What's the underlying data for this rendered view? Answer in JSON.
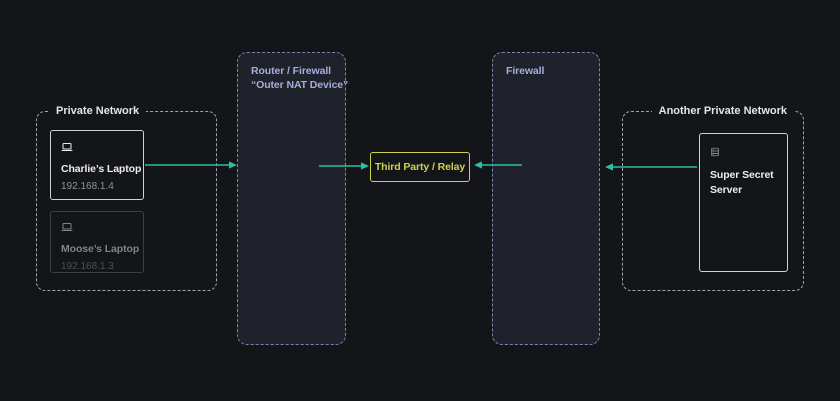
{
  "colors": {
    "background": "#141519",
    "arrow": "#2bc0a3",
    "relay_accent": "#ccd14f",
    "purple_box_fill": "#1f212b",
    "purple_box_border": "#7d84ab",
    "purple_box_text": "#a6aedd",
    "group_border": "#a3a5aa",
    "group_label_text": "#e4e5e7",
    "card_border": "#cfd1d4",
    "card_title": "#eceded",
    "card_subtext": "#8f9298",
    "muted_card_border": "#3c3f46",
    "muted_card_title": "#7f8289",
    "muted_card_subtext": "#4c4f56"
  },
  "groups": {
    "private_network": {
      "label": "Private Network"
    },
    "another_private_network": {
      "label": "Another Private Network"
    }
  },
  "nodes": {
    "charlie_laptop": {
      "icon": "laptop-icon",
      "name": "Charlie’s Laptop",
      "ip": "192.168.1.4"
    },
    "moose_laptop": {
      "icon": "laptop-icon",
      "name": "Moose’s Laptop",
      "ip": "192.168.1.3"
    },
    "outer_nat": {
      "line1": "Router / Firewall",
      "line2": "“Outer NAT Device”"
    },
    "relay": {
      "label": "Third Party / Relay"
    },
    "firewall": {
      "label": "Firewall"
    },
    "server": {
      "icon": "server-icon",
      "name": "Super Secret Server"
    }
  },
  "connections": [
    {
      "from": "charlie_laptop",
      "to": "outer_nat",
      "direction": "right"
    },
    {
      "from": "outer_nat",
      "to": "relay",
      "direction": "right"
    },
    {
      "from": "firewall",
      "to": "relay",
      "direction": "left"
    },
    {
      "from": "server",
      "to": "firewall",
      "direction": "left"
    }
  ]
}
